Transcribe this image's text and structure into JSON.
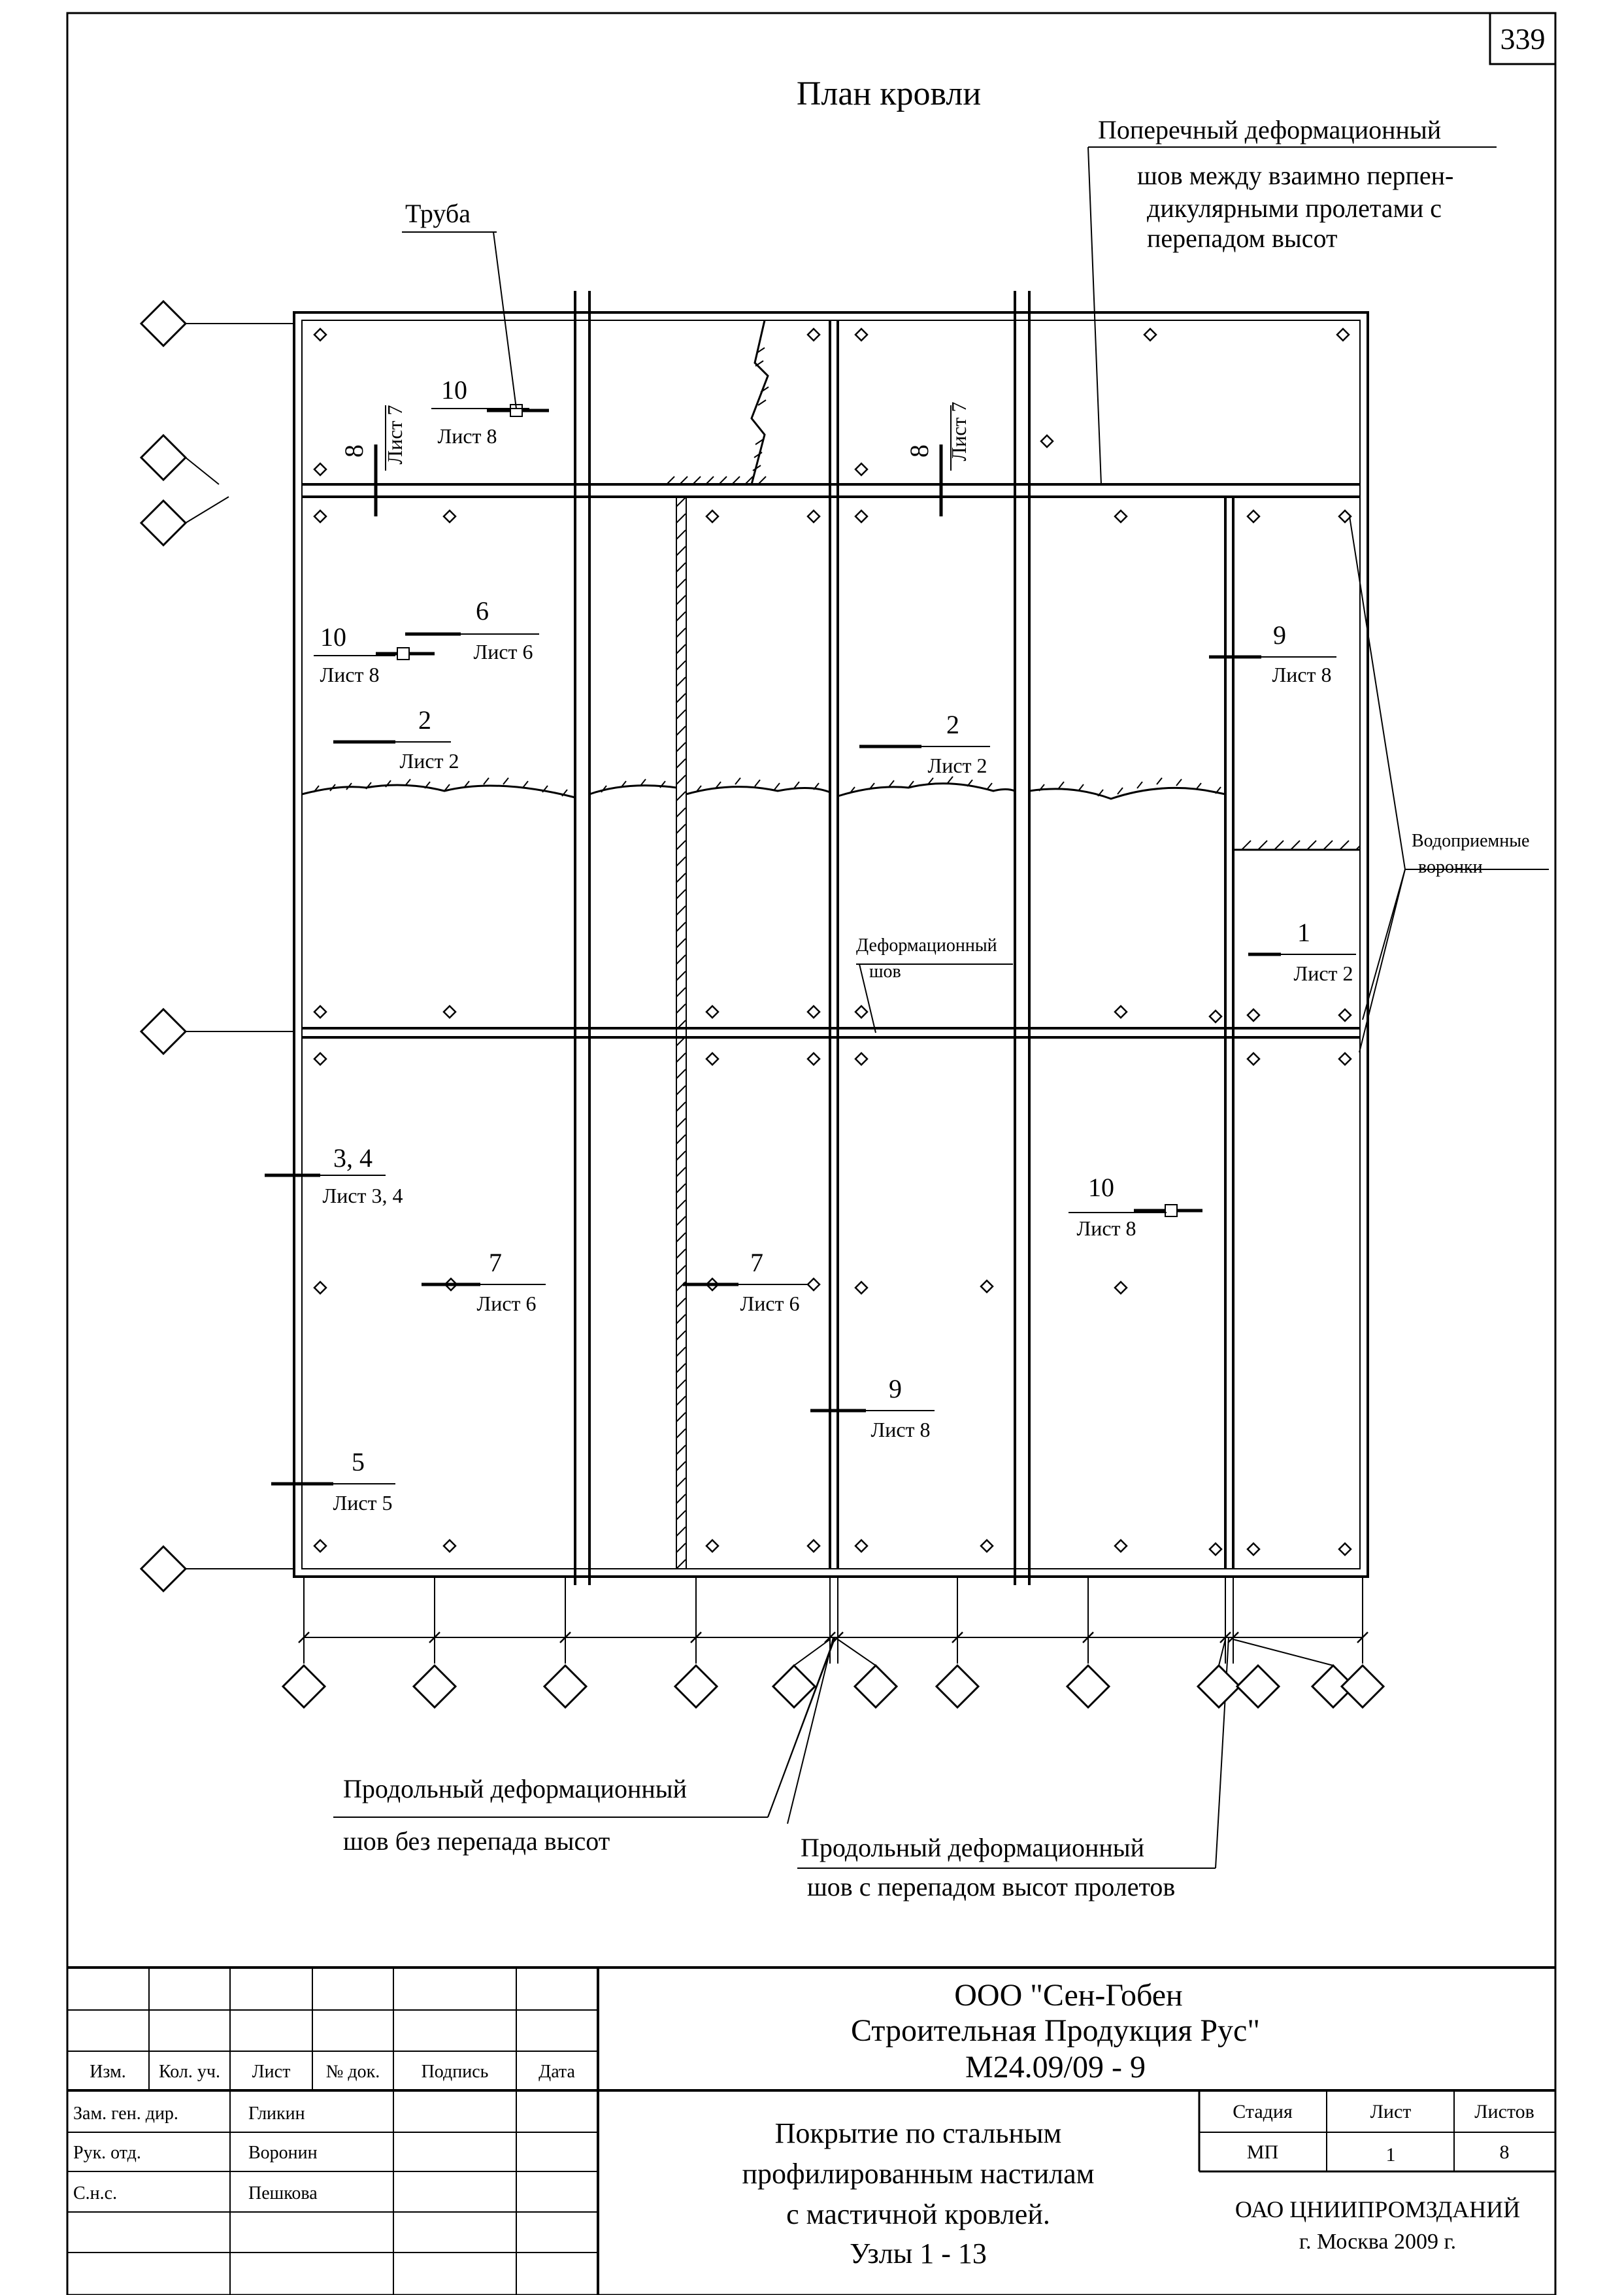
{
  "page_number": "339",
  "title": "План кровли",
  "callouts": {
    "transverse_joint": [
      "Поперечный деформационный",
      "шов между взаимно перпен-",
      "дикулярными пролетами с",
      "перепадом высот"
    ],
    "pipe": "Труба",
    "funnels": [
      "Водоприемные",
      "воронки"
    ],
    "deformation_joint": [
      "Деформационный",
      "шов"
    ],
    "long_joint_no_step": [
      "Продольный деформационный",
      "шов без перепада высот"
    ],
    "long_joint_step": [
      "Продольный деформационный",
      "шов с перепадом высот пролетов"
    ]
  },
  "node_refs": [
    {
      "num": "10",
      "sheet": "Лист 8"
    },
    {
      "num": "8",
      "sheet": "Лист 7"
    },
    {
      "num": "8",
      "sheet": "Лист 7"
    },
    {
      "num": "6",
      "sheet": "Лист 6"
    },
    {
      "num": "10",
      "sheet": "Лист 8"
    },
    {
      "num": "9",
      "sheet": "Лист 8"
    },
    {
      "num": "2",
      "sheet": "Лист 2"
    },
    {
      "num": "2",
      "sheet": "Лист 2"
    },
    {
      "num": "1",
      "sheet": "Лист 2"
    },
    {
      "num": "3, 4",
      "sheet": "Лист 3, 4"
    },
    {
      "num": "10",
      "sheet": "Лист 8"
    },
    {
      "num": "7",
      "sheet": "Лист 6"
    },
    {
      "num": "7",
      "sheet": "Лист 6"
    },
    {
      "num": "9",
      "sheet": "Лист 8"
    },
    {
      "num": "5",
      "sheet": "Лист 5"
    }
  ],
  "stamp": {
    "headers": [
      "Изм.",
      "Кол. уч.",
      "Лист",
      "№ док.",
      "Подпись",
      "Дата"
    ],
    "roles": [
      "Зам. ген. дир.",
      "Рук. отд.",
      "С.н.с."
    ],
    "names": [
      "Гликин",
      "Воронин",
      "Пешкова"
    ],
    "org": [
      "ООО \"Сен-Гобен",
      "Строительная Продукция Рус\""
    ],
    "doc_code": "М24.09/09 - 9",
    "description": [
      "Покрытие по стальным",
      "профилированным настилам",
      "с мастичной кровлей.",
      "Узлы 1 - 13"
    ],
    "stage_headers": [
      "Стадия",
      "Лист",
      "Листов"
    ],
    "stage_values": [
      "МП",
      "1",
      "8"
    ],
    "institute": [
      "ОАО ЦНИИПРОМЗДАНИЙ",
      "г. Москва 2009 г."
    ]
  }
}
